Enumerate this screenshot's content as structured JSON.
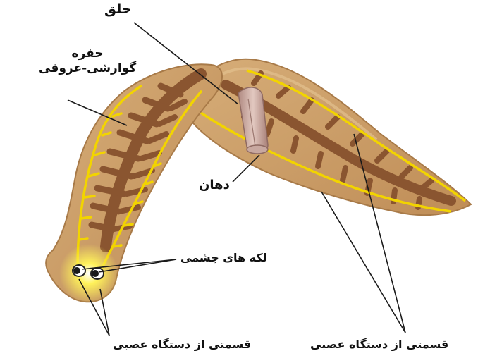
{
  "labels": {
    "pharynx": "حلق",
    "gastrovascular_line1": "حفره",
    "gastrovascular_line2": "گوارشی-عروقی",
    "mouth": "دهان",
    "eyespots": "لکه های چشمی",
    "nervous_system_left": "قسمتی از دستگاه عصبی",
    "nervous_system_right": "قسمتی از دستگاه عصبی"
  },
  "colors": {
    "body_fill": "#c89a64",
    "body_edge": "#a87a48",
    "gut_branches": "#8a5530",
    "nerve_cord": "#f2d400",
    "eye_glow": "#fff25a",
    "pharynx": "#c8a8a0",
    "leader_line": "#1a1a1a"
  }
}
